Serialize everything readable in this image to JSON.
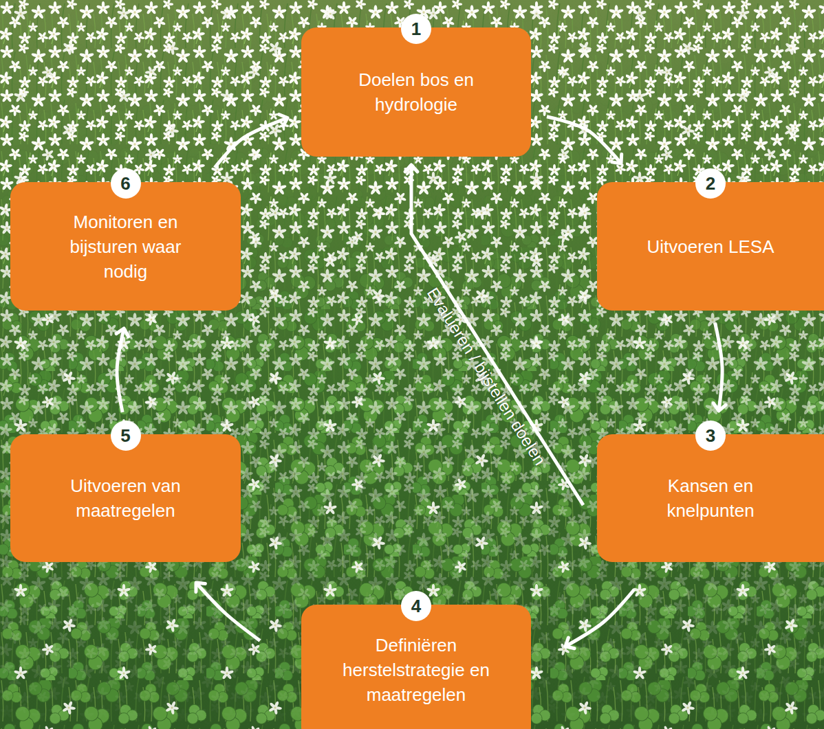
{
  "diagram": {
    "nodes": [
      {
        "text": [
          "1",
          "Doelen bos en hydrologie"
        ]
      },
      {
        "text": [
          "2",
          "Uitvoeren LESA"
        ]
      },
      {
        "text": [
          "3",
          "Kansen en knelpunten"
        ]
      },
      {
        "text": [
          "4",
          "Definiëren herstelstrategie en maatregelen"
        ]
      },
      {
        "text": [
          "5",
          "Uitvoeren van maatregelen"
        ]
      },
      {
        "text": [
          "6",
          "Monitoren en bijsturen waar nodig"
        ]
      }
    ],
    "edges": [
      {
        "from": 0,
        "to": 1,
        "arrow": "to"
      },
      {
        "from": 1,
        "to": 2,
        "arrow": "to"
      },
      {
        "from": 2,
        "to": 3,
        "arrow": "to"
      },
      {
        "from": 3,
        "to": 4,
        "arrow": "to"
      },
      {
        "from": 4,
        "to": 5,
        "arrow": "to"
      },
      {
        "from": 5,
        "to": 0,
        "arrow": "to"
      },
      {
        "from": 2,
        "to": 0,
        "arrow": "to",
        "label": "Evalueren / bijstellen doelen"
      }
    ]
  }
}
